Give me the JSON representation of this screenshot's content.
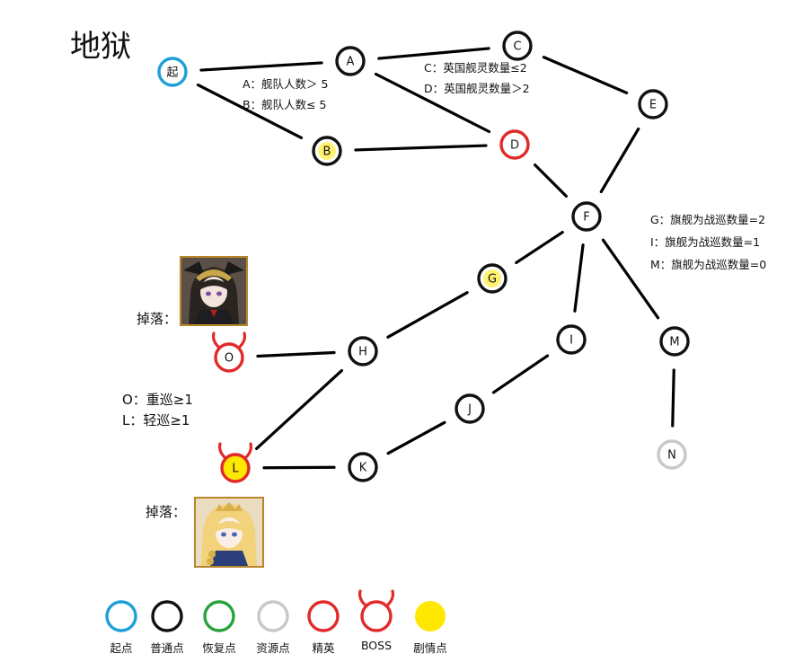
{
  "title": "地狱",
  "colors": {
    "start": "#1e9fd8",
    "normal": "#111111",
    "recovery": "#26a33a",
    "resource": "#c8c8c8",
    "elite": "#e02a2a",
    "boss": "#e02a2a",
    "story": "#ffe800"
  },
  "nodes": [
    {
      "id": "start",
      "label": "起",
      "type": "start"
    },
    {
      "id": "A",
      "label": "A",
      "type": "normal"
    },
    {
      "id": "B",
      "label": "B",
      "type": "story"
    },
    {
      "id": "C",
      "label": "C",
      "type": "normal"
    },
    {
      "id": "D",
      "label": "D",
      "type": "elite"
    },
    {
      "id": "E",
      "label": "E",
      "type": "normal"
    },
    {
      "id": "F",
      "label": "F",
      "type": "normal"
    },
    {
      "id": "G",
      "label": "G",
      "type": "story"
    },
    {
      "id": "H",
      "label": "H",
      "type": "normal"
    },
    {
      "id": "I",
      "label": "I",
      "type": "normal"
    },
    {
      "id": "J",
      "label": "J",
      "type": "normal"
    },
    {
      "id": "K",
      "label": "K",
      "type": "normal"
    },
    {
      "id": "L",
      "label": "L",
      "type": "boss-story"
    },
    {
      "id": "M",
      "label": "M",
      "type": "normal"
    },
    {
      "id": "N",
      "label": "N",
      "type": "resource"
    },
    {
      "id": "O",
      "label": "O",
      "type": "boss"
    }
  ],
  "edges": [
    [
      "start",
      "A"
    ],
    [
      "start",
      "B"
    ],
    [
      "A",
      "C"
    ],
    [
      "A",
      "D"
    ],
    [
      "B",
      "D"
    ],
    [
      "C",
      "E"
    ],
    [
      "D",
      "F"
    ],
    [
      "E",
      "F"
    ],
    [
      "F",
      "G"
    ],
    [
      "F",
      "I"
    ],
    [
      "F",
      "M"
    ],
    [
      "G",
      "H"
    ],
    [
      "H",
      "O"
    ],
    [
      "H",
      "L"
    ],
    [
      "L",
      "K"
    ],
    [
      "K",
      "J"
    ],
    [
      "J",
      "I"
    ],
    [
      "M",
      "N"
    ]
  ],
  "conditions": {
    "ab": [
      "A：舰队人数＞ 5",
      "B：舰队人数≤ 5"
    ],
    "cd": [
      "C：英国舰灵数量≤2",
      "D：英国舰灵数量＞2"
    ],
    "gim": [
      "G：旗舰为战巡数量=2",
      "I：旗舰为战巡数量=1",
      "M：旗舰为战巡数量=0"
    ],
    "ol": [
      "O：重巡≥1",
      "L：轻巡≥1"
    ]
  },
  "drops": {
    "label_top": "掉落：",
    "label_bottom": "掉落："
  },
  "legend": [
    {
      "type": "start",
      "label": "起点"
    },
    {
      "type": "normal",
      "label": "普通点"
    },
    {
      "type": "recovery",
      "label": "恢复点"
    },
    {
      "type": "resource",
      "label": "资源点"
    },
    {
      "type": "elite",
      "label": "精英"
    },
    {
      "type": "boss",
      "label": "BOSS"
    },
    {
      "type": "story",
      "label": "剧情点"
    }
  ]
}
